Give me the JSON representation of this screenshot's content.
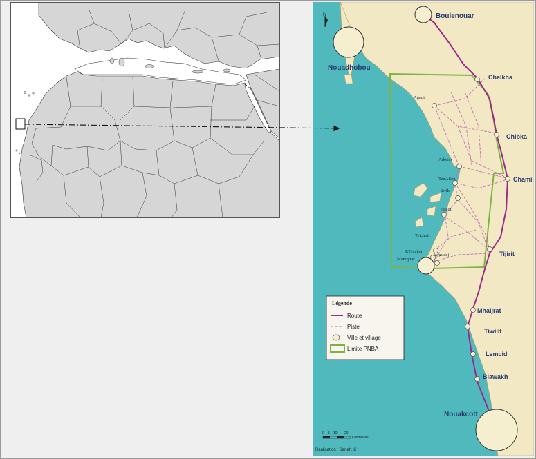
{
  "colors": {
    "sea": "#4fb9bd",
    "land": "#f2e8c4",
    "route": "#9c2a8a",
    "piste": "#c26bb5",
    "park_boundary": "#7cb342",
    "overview_land": "#d6d6d6",
    "overview_sea": "#ffffff"
  },
  "icons": {
    "north_arrow": "north-arrow-icon",
    "village_marker": "circle-marker-icon"
  },
  "north_label": "N",
  "cities": {
    "boulenouar": "Boulenouar",
    "nouadhobou": "Nouadhobou",
    "nouakcott": "Nouakcott"
  },
  "road_towns": [
    "Chelkha",
    "Chibka",
    "Chami",
    "Tijirit",
    "Mhaijrat",
    "Tiwilit",
    "Lemcid",
    "Blawakh"
  ],
  "villages": [
    "Agadir",
    "Arkeiss",
    "TenAlloul",
    "Iwik",
    "Tessot",
    "Teichott",
    "R'Gueiba",
    "Mamghar",
    "Awguedj"
  ],
  "legend": {
    "title": "Légende",
    "items": [
      "Route",
      "Piste",
      "Ville et village",
      "Limite PNBA"
    ]
  },
  "scale_bar": {
    "ticks": [
      "0",
      "5",
      "10",
      "20"
    ],
    "unit": "Kilometres"
  },
  "credit": "Realisation : Seneh, K"
}
